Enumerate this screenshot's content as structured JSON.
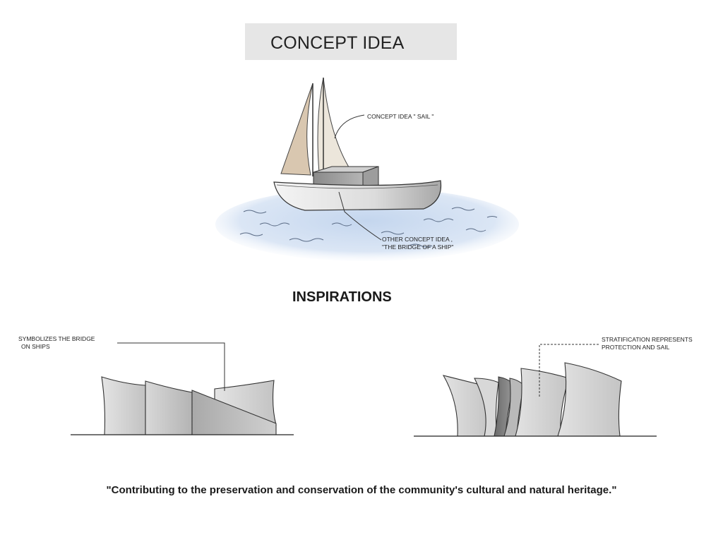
{
  "title": "CONCEPT IDEA",
  "boat": {
    "callout_sail": "CONCEPT IDEA \" SAIL \"",
    "callout_bridge_line1": "OTHER CONCEPT IDEA ,",
    "callout_bridge_line2": "\"THE BRIDGE OF A SHIP\""
  },
  "inspirations": {
    "heading": "INSPIRATIONS",
    "left_callout_line1": "SYMBOLIZES THE BRIDGE",
    "left_callout_line2": "ON SHIPS",
    "right_callout_line1": "STRATIFICATION REPRESENTS",
    "right_callout_line2": "PROTECTION AND SAIL"
  },
  "quote": "\"Contributing to the preservation and conservation of the community's cultural and natural heritage.\"",
  "colors": {
    "title_background": "#e6e6e6",
    "water": "#c9d9ef",
    "sail_front": "#ece6db",
    "sail_back": "#d9c7b0"
  }
}
